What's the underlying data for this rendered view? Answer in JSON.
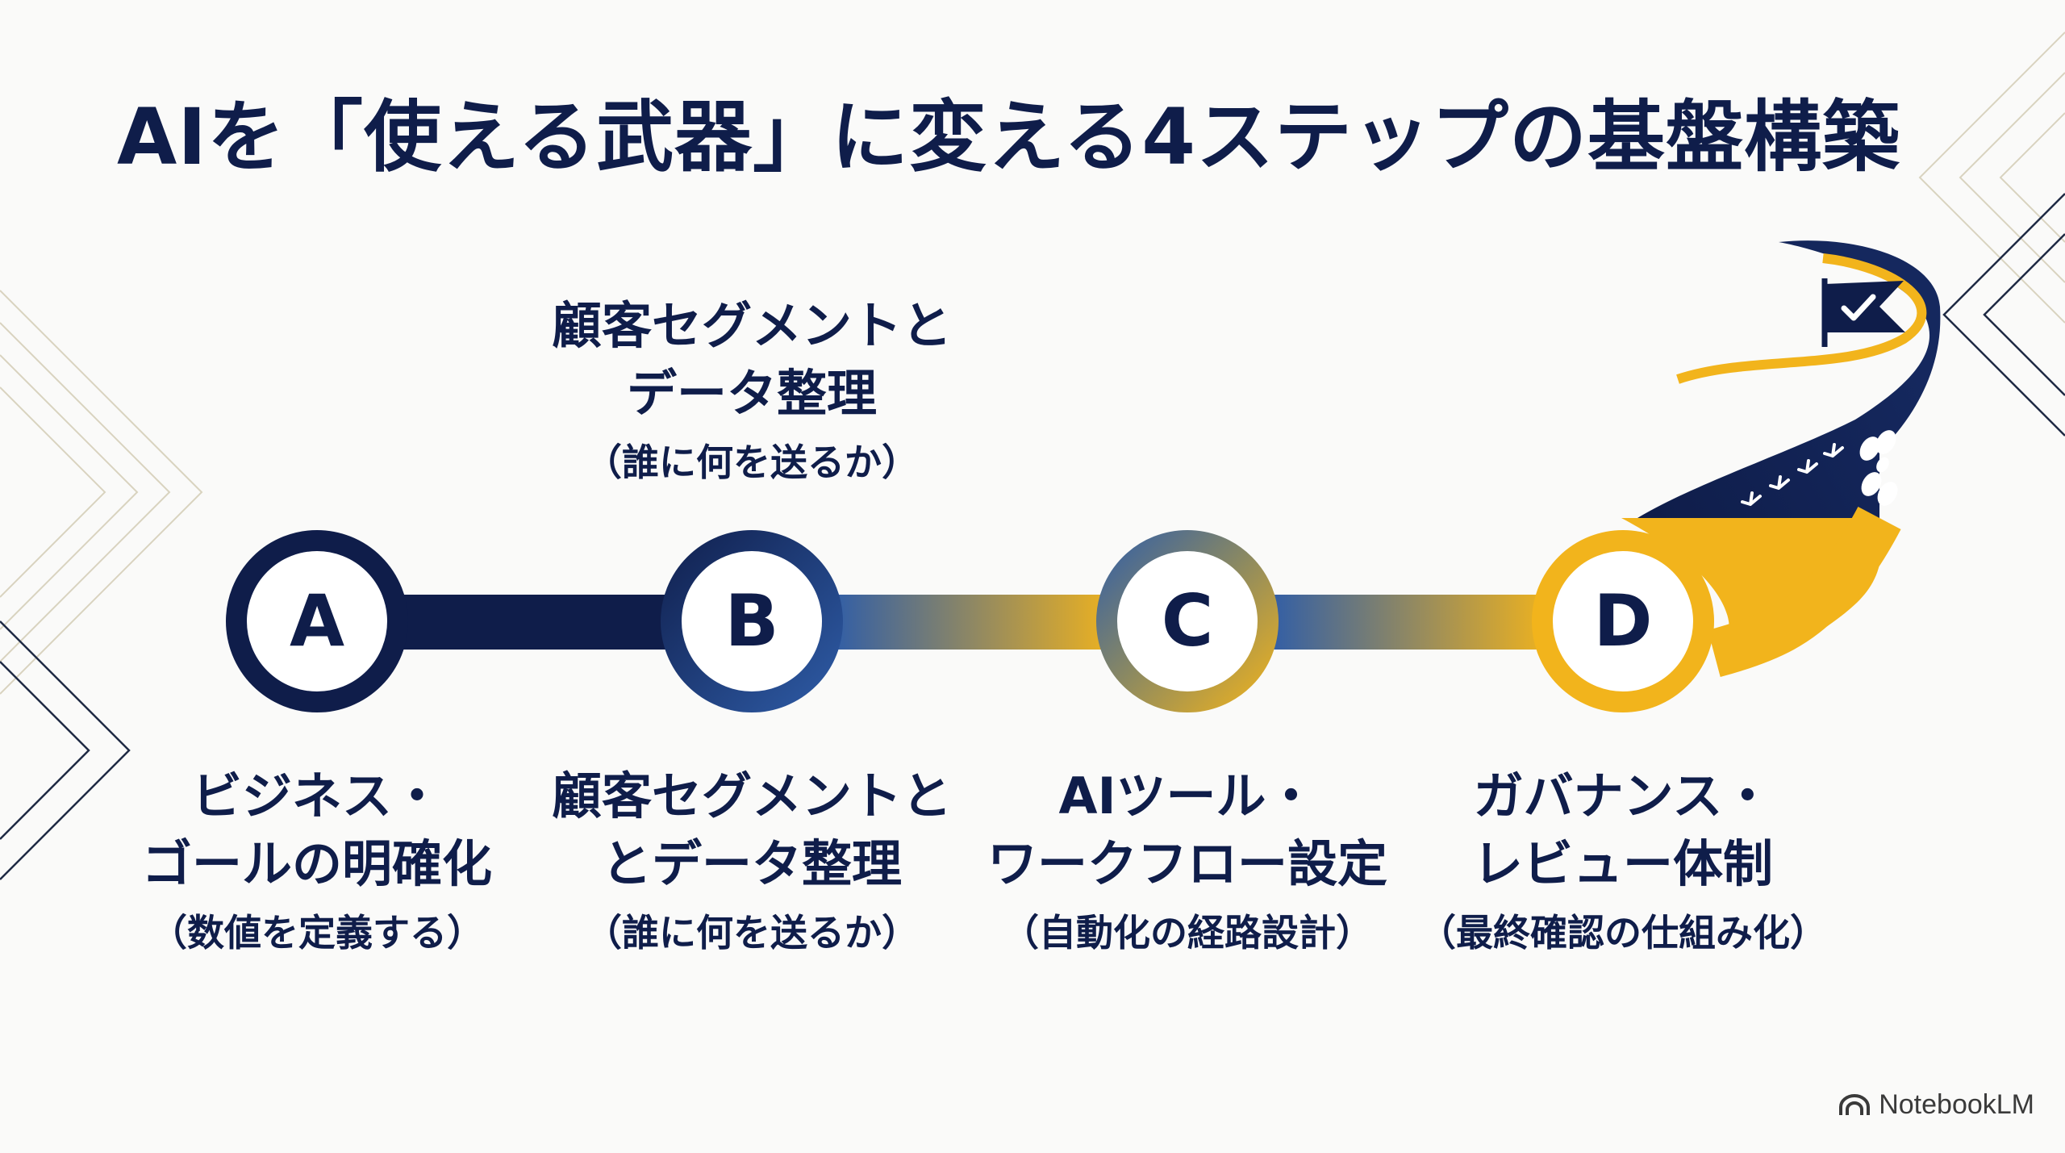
{
  "title": "AIを「使える武器」に変える4ステップの基盤構築",
  "steps": [
    {
      "letter": "A",
      "line1": "ビジネス・",
      "line2": "ゴールの明確化",
      "sub": "（数値を定義する）"
    },
    {
      "letter": "B",
      "line1": "顧客セグメントと",
      "line2": "とデータ整理",
      "sub": "（誰に何を送るか）"
    },
    {
      "letter": "C",
      "line1": "AIツール・",
      "line2": "ワークフロー設定",
      "sub": "（自動化の経路設計）"
    },
    {
      "letter": "D",
      "line1": "ガバナンス・",
      "line2": "レビュー体制",
      "sub": "（最終確認の仕組み化）"
    }
  ],
  "callout": {
    "line1": "顧客セグメントと",
    "line2": "データ整理",
    "sub": "（誰に何を送るか）"
  },
  "watermark": "NotebookLM",
  "colors": {
    "navy": "#0f1d4a",
    "blue": "#2f5da8",
    "gold": "#f2b41c",
    "background": "#fafaf9"
  },
  "icons": [
    "goal-flag-icon",
    "checkmark-icon",
    "footprints-icon",
    "notebooklm-logo-icon"
  ]
}
